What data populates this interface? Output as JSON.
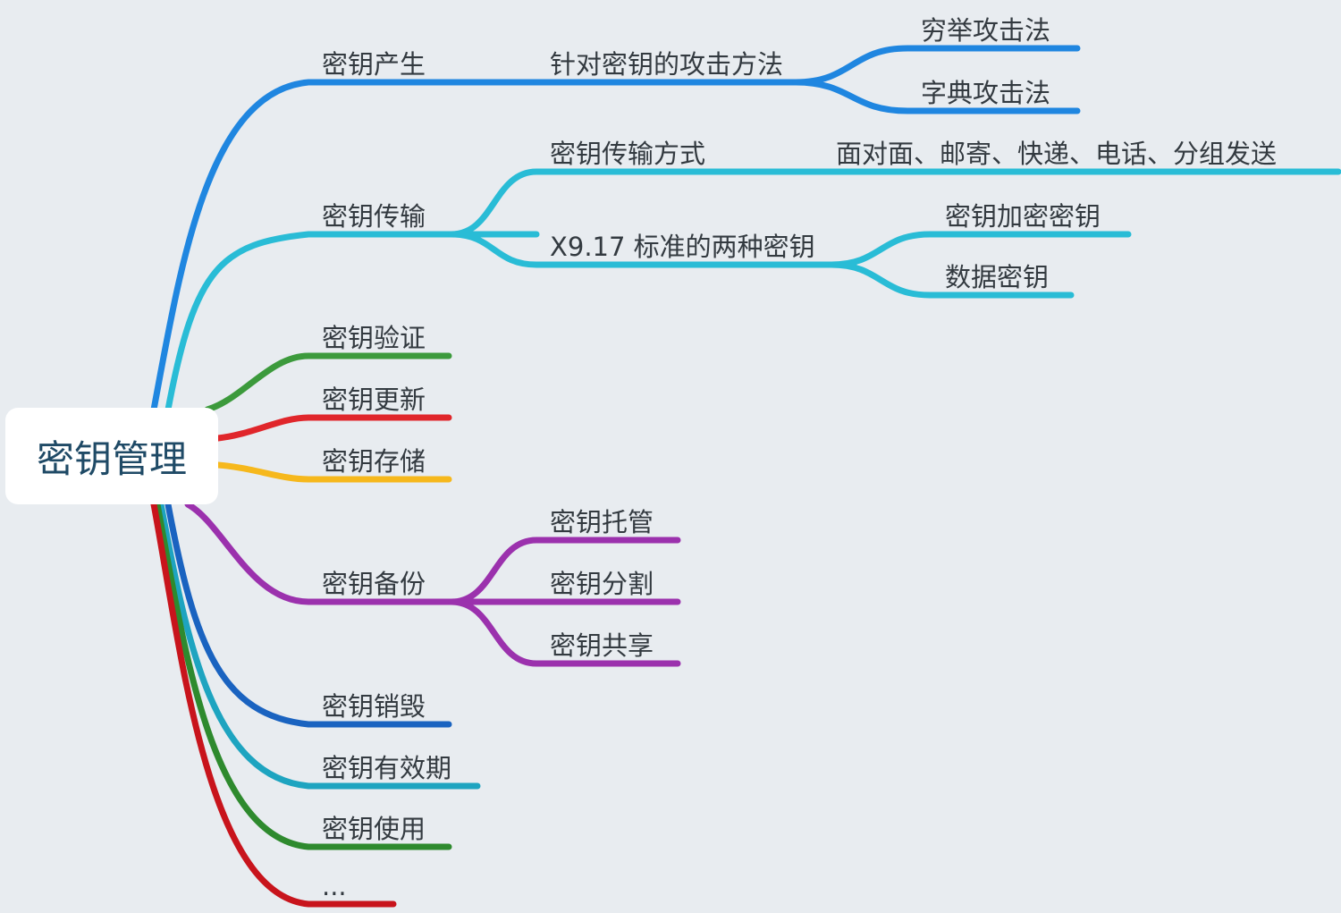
{
  "mindmap": {
    "root": {
      "label": "密钥管理"
    },
    "branches": [
      {
        "label": "密钥产生",
        "color": "#1f86e0",
        "children": [
          {
            "label": "针对密钥的攻击方法",
            "children": [
              {
                "label": "穷举攻击法"
              },
              {
                "label": "字典攻击法"
              }
            ]
          }
        ]
      },
      {
        "label": "密钥传输",
        "color": "#29bcd6",
        "children": [
          {
            "label": "密钥传输方式",
            "children": [
              {
                "label": "面对面、邮寄、快递、电话、分组发送"
              }
            ]
          },
          {
            "label": "X9.17 标准的两种密钥",
            "children": [
              {
                "label": "密钥加密密钥"
              },
              {
                "label": "数据密钥"
              }
            ]
          }
        ]
      },
      {
        "label": "密钥验证",
        "color": "#3c9a3c"
      },
      {
        "label": "密钥更新",
        "color": "#e0262b"
      },
      {
        "label": "密钥存储",
        "color": "#f6b81c"
      },
      {
        "label": "密钥备份",
        "color": "#9b31ad",
        "children": [
          {
            "label": "密钥托管"
          },
          {
            "label": "密钥分割"
          },
          {
            "label": "密钥共享"
          }
        ]
      },
      {
        "label": "密钥销毁",
        "color": "#1a63c0"
      },
      {
        "label": "密钥有效期",
        "color": "#1ea4c0"
      },
      {
        "label": "密钥使用",
        "color": "#2e8a2e"
      },
      {
        "label": "...",
        "color": "#c8141c"
      }
    ]
  }
}
